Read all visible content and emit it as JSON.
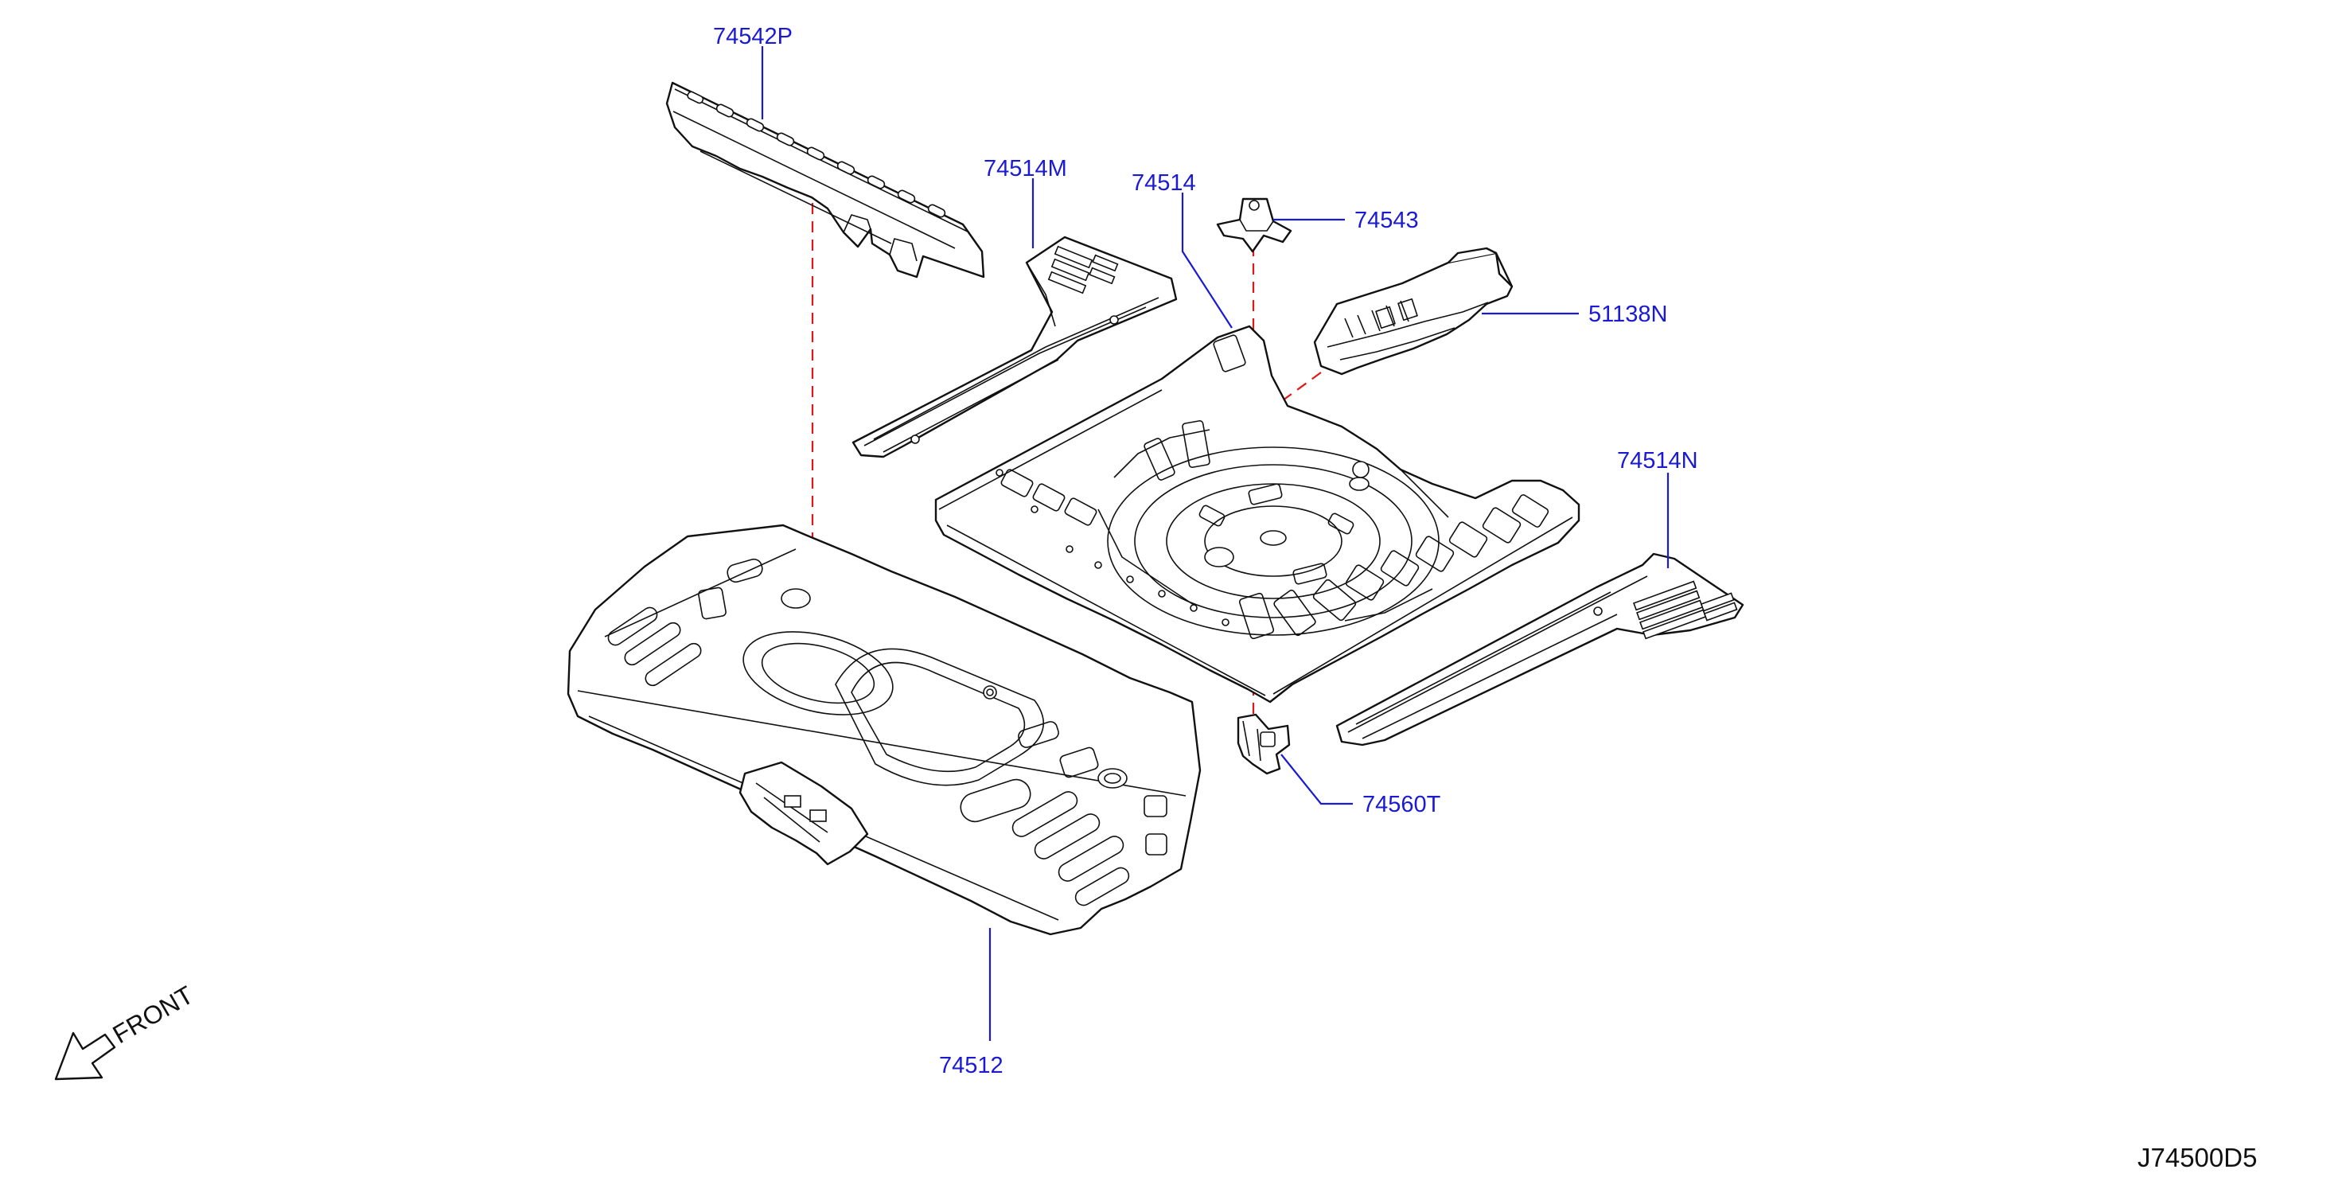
{
  "parts": [
    {
      "id": "rear-floor-front",
      "label": "74512"
    },
    {
      "id": "rear-floor-rear",
      "label": "74514"
    },
    {
      "id": "rear-floor-side-lh",
      "label": "74514M"
    },
    {
      "id": "rear-floor-side-rh",
      "label": "74514N"
    },
    {
      "id": "crossmember",
      "label": "74542P"
    },
    {
      "id": "bracket",
      "label": "74543"
    },
    {
      "id": "tank-cover",
      "label": "51138N"
    },
    {
      "id": "hook",
      "label": "74560T"
    }
  ],
  "orientation": {
    "label": "FRONT",
    "icon": "front-arrow-icon"
  },
  "drawing_code": "J74500D5",
  "colors": {
    "label": "#1a1ad4",
    "assembly_line": "#e01818",
    "line_art": "#111111",
    "background": "#ffffff"
  }
}
